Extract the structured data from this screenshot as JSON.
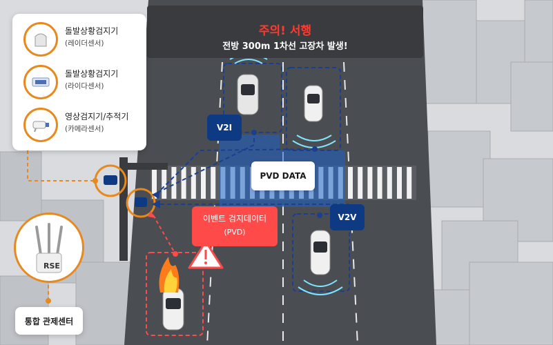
{
  "sign": {
    "title": "주의! 서행",
    "subtitle": "전방 300m 1차선 고장차 발생!"
  },
  "legend": {
    "items": [
      {
        "title": "돌발상황검지기",
        "subtitle": "(레이더센서)",
        "icon": "radar-sensor-icon"
      },
      {
        "title": "돌발상황검지기",
        "subtitle": "(라이다센서)",
        "icon": "lidar-sensor-icon"
      },
      {
        "title": "영상검지기/추적기",
        "subtitle": "(카메라센서)",
        "icon": "camera-sensor-icon"
      }
    ]
  },
  "labels": {
    "v2i": "V2I",
    "v2v": "V2V",
    "pvd": "PVD DATA",
    "event_title": "이벤트 검지데이터",
    "event_subtitle": "(PVD)",
    "rse": "RSE",
    "control_center": "통합 관제센터"
  },
  "colors": {
    "accent_orange": "#e8891e",
    "v2x_blue": "#0e3a84",
    "alert_red": "#ff4a4a",
    "sign_text_red": "#ff3b30"
  }
}
